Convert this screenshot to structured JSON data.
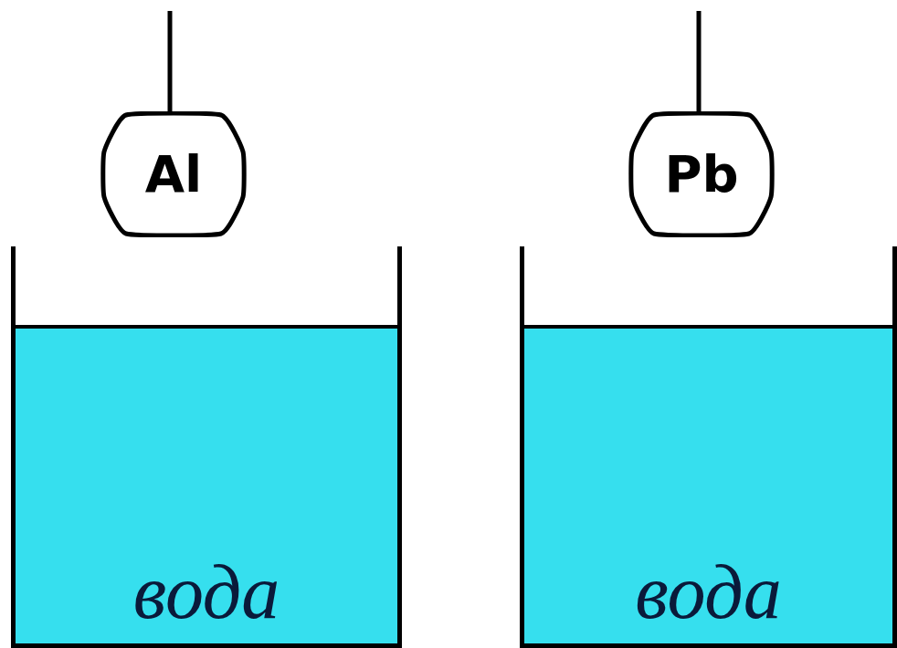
{
  "diagram": {
    "nodes": [
      {
        "text": [
          "Al"
        ]
      },
      {
        "text": [
          "Pb"
        ]
      },
      {
        "text": [
          "вода"
        ]
      },
      {
        "text": [
          "вода"
        ]
      }
    ]
  }
}
